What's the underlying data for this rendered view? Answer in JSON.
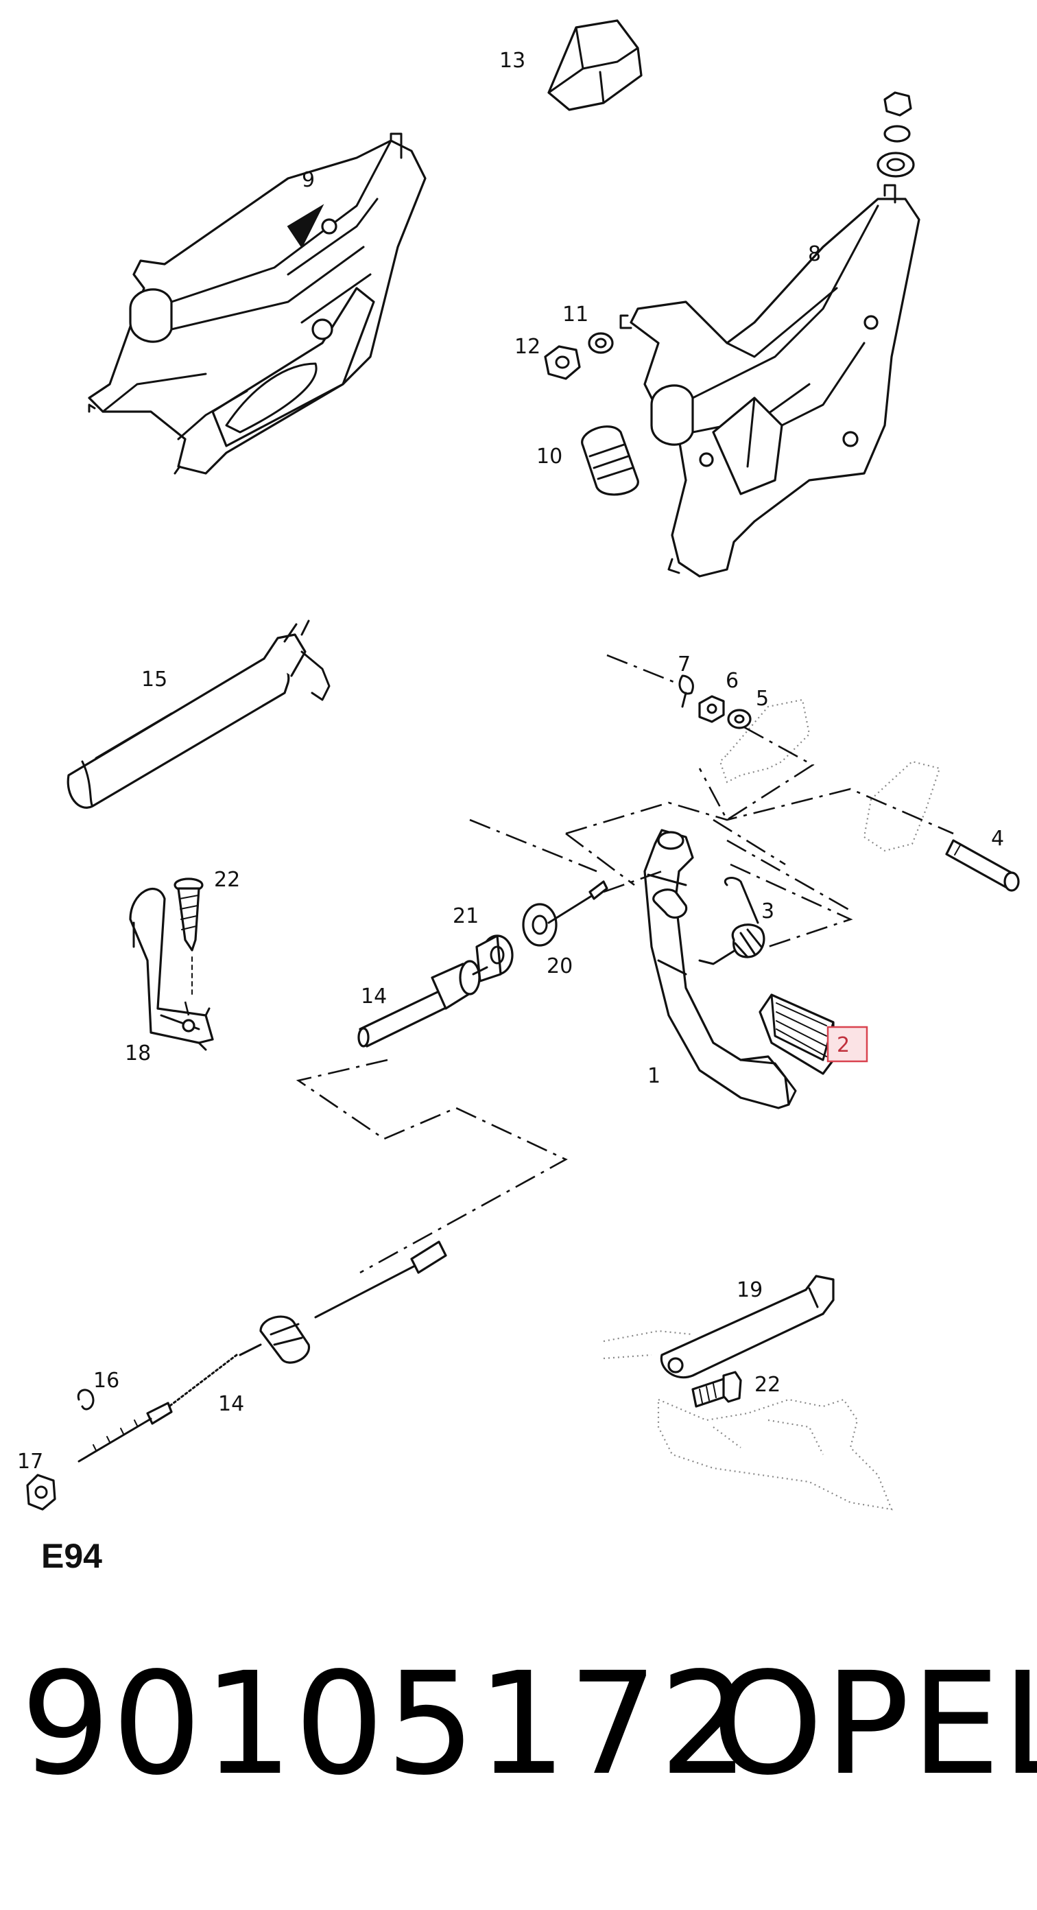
{
  "callouts": {
    "c1": "1",
    "c2": "2",
    "c3": "3",
    "c4": "4",
    "c5": "5",
    "c6": "6",
    "c7": "7",
    "c8": "8",
    "c9": "9",
    "c10": "10",
    "c11": "11",
    "c12": "12",
    "c13": "13",
    "c14a": "14",
    "c14b": "14",
    "c15": "15",
    "c16": "16",
    "c17": "17",
    "c18": "18",
    "c19": "19",
    "c20": "20",
    "c21": "21",
    "c22a": "22",
    "c22b": "22"
  },
  "highlighted_callout": "2",
  "highlight_color": "#d9434f",
  "diagram_code": "E94",
  "part_number": "90105172",
  "brand": "OPEL"
}
